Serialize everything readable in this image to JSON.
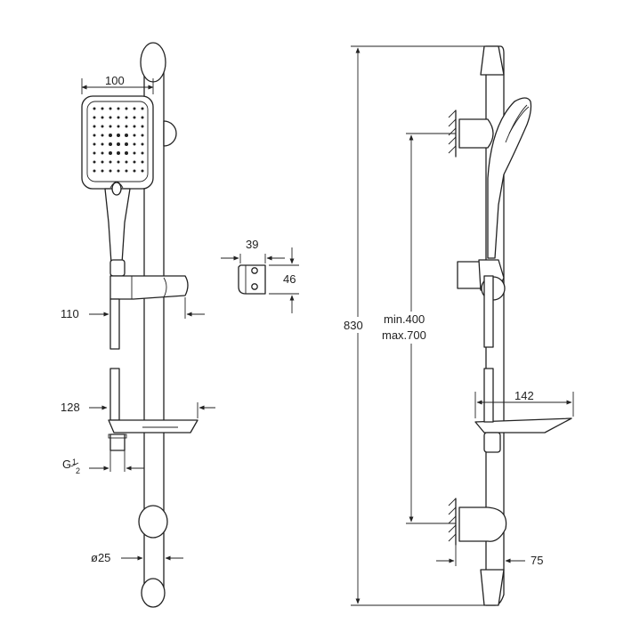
{
  "dimensions": {
    "head_width": "100",
    "bracket_width": "39",
    "bracket_height": "46",
    "holder_offset": "110",
    "dish_offset": "128",
    "thread": "G",
    "thread_fraction_num": "1",
    "thread_fraction_den": "2",
    "rail_diameter": "ø25",
    "total_height": "830",
    "bracket_distance_min": "min.400",
    "bracket_distance_max": "max.700",
    "dish_depth": "142",
    "wall_offset": "75"
  },
  "colors": {
    "line": "#222222",
    "background": "#ffffff"
  }
}
